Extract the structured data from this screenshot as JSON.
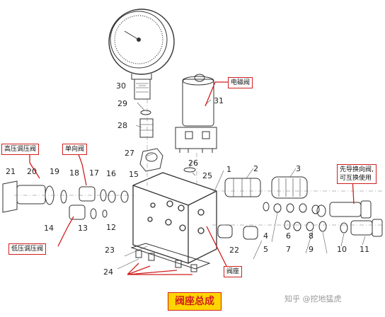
{
  "part_numbers": [
    "30",
    "29",
    "28",
    "27",
    "31",
    "26",
    "25",
    "1",
    "2",
    "3",
    "21",
    "20",
    "19",
    "18",
    "17",
    "16",
    "15",
    "14",
    "13",
    "12",
    "23",
    "22",
    "24",
    "4",
    "5",
    "6",
    "7",
    "8",
    "9",
    "10",
    "11"
  ],
  "callouts": {
    "solenoid": "电磁阀",
    "high_pressure": "高压调压阀",
    "check_valve": "单向阀",
    "reversing_line1": "先导换向阀,",
    "reversing_line2": "可互换使用",
    "low_pressure": "低压调压阀",
    "seat": "阀座"
  },
  "title": "阀座总成",
  "watermark": "知乎 @挖地猛虎",
  "colors": {
    "accent": "#d21f1f",
    "title_bg": "#ffd500",
    "line": "#333333"
  }
}
